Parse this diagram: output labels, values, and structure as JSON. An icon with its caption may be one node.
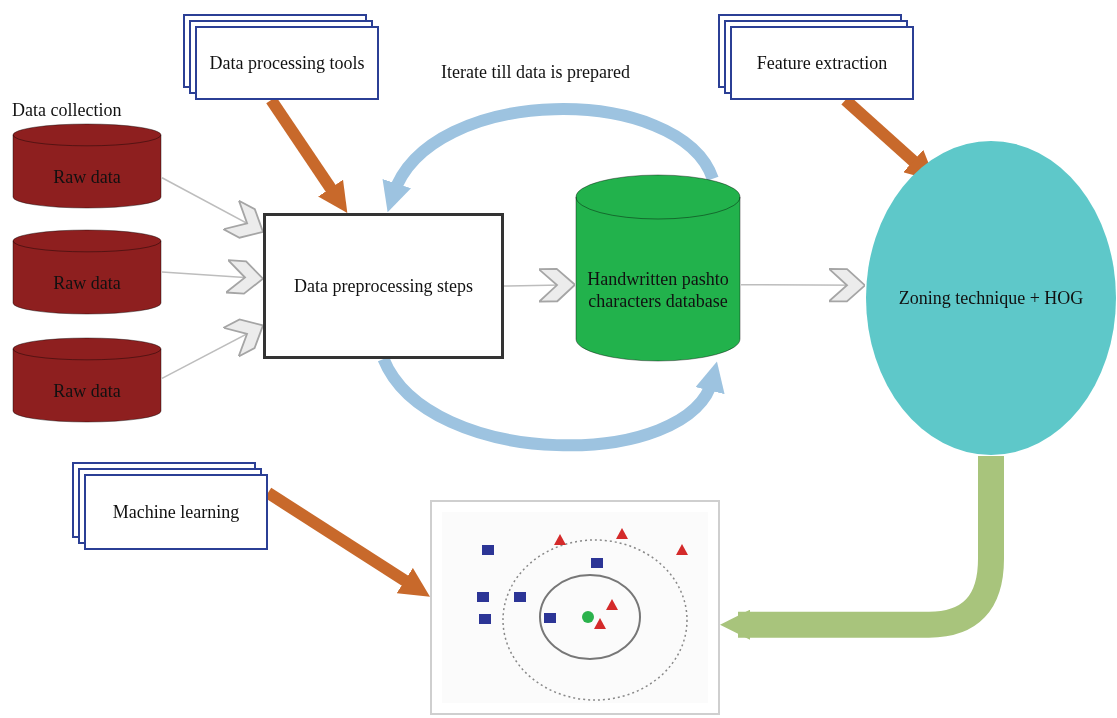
{
  "diagram": {
    "nodes": [
      {
        "text": [
          "Data processing tools"
        ]
      },
      {
        "text": [
          "Feature extraction"
        ]
      },
      {
        "text": [
          "Raw data"
        ]
      },
      {
        "text": [
          "Raw data"
        ]
      },
      {
        "text": [
          "Raw data"
        ]
      },
      {
        "text": [
          "Data preprocessing steps"
        ]
      },
      {
        "text": [
          "Handwritten pashto characters database"
        ]
      },
      {
        "text": [
          "Zoning technique + HOG"
        ]
      },
      {
        "text": [
          "Machine learning"
        ]
      },
      {
        "text": [],
        "shape": "picture"
      }
    ],
    "edges": [
      {
        "from": 0,
        "to": 5,
        "arrow": "to",
        "color": "#c8692b"
      },
      {
        "from": 1,
        "to": 7,
        "arrow": "to",
        "color": "#c8692b"
      },
      {
        "from": 2,
        "to": 5,
        "arrow": "to"
      },
      {
        "from": 3,
        "to": 5,
        "arrow": "to"
      },
      {
        "from": 4,
        "to": 5,
        "arrow": "to"
      },
      {
        "from": 5,
        "to": 6,
        "arrow": "to"
      },
      {
        "from": 6,
        "to": 7,
        "arrow": "to"
      },
      {
        "from": 6,
        "to": 5,
        "arrow": "to",
        "label": "Iterate till data is prepared",
        "color": "#9dc3e0"
      },
      {
        "from": 5,
        "to": 6,
        "arrow": "to",
        "color": "#9dc3e0"
      },
      {
        "from": 7,
        "to": 9,
        "arrow": "to",
        "style": "thick",
        "color": "#a8c47c"
      },
      {
        "from": 8,
        "to": 9,
        "arrow": "to",
        "color": "#c8692b"
      }
    ],
    "labels": [
      "Data collection"
    ]
  }
}
